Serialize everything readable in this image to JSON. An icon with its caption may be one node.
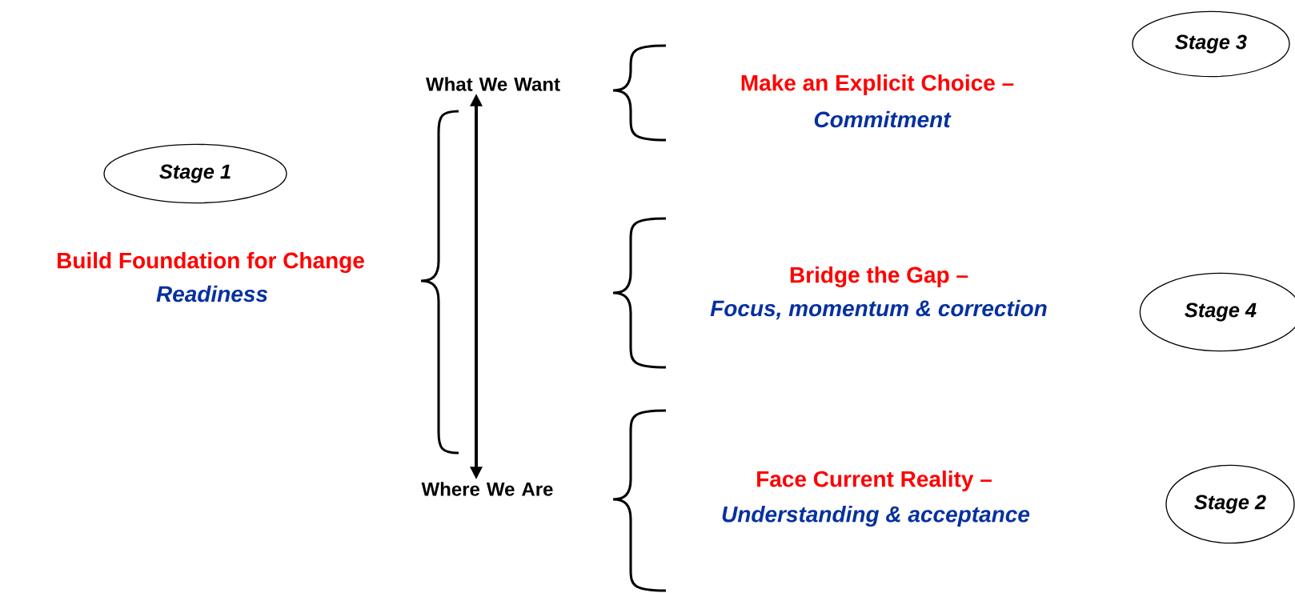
{
  "diagram": {
    "nodes": [
      {
        "text": [
          "Stage 1"
        ]
      },
      {
        "text": [
          "What We Want"
        ]
      },
      {
        "text": [
          "Where We Are"
        ]
      },
      {
        "text": [
          "Stage 3"
        ]
      },
      {
        "text": [
          "Stage 4"
        ]
      },
      {
        "text": [
          "Stage 2"
        ]
      }
    ],
    "edges": [
      {
        "from": 2,
        "to": 1,
        "arrow": "both"
      }
    ],
    "labels": [
      "Build Foundation for Change",
      "Readiness",
      "Make an Explicit Choice –",
      "Commitment",
      "Bridge the Gap –",
      "Focus, momentum & correction",
      "Face Current Reality –",
      "Understanding & acceptance"
    ]
  }
}
